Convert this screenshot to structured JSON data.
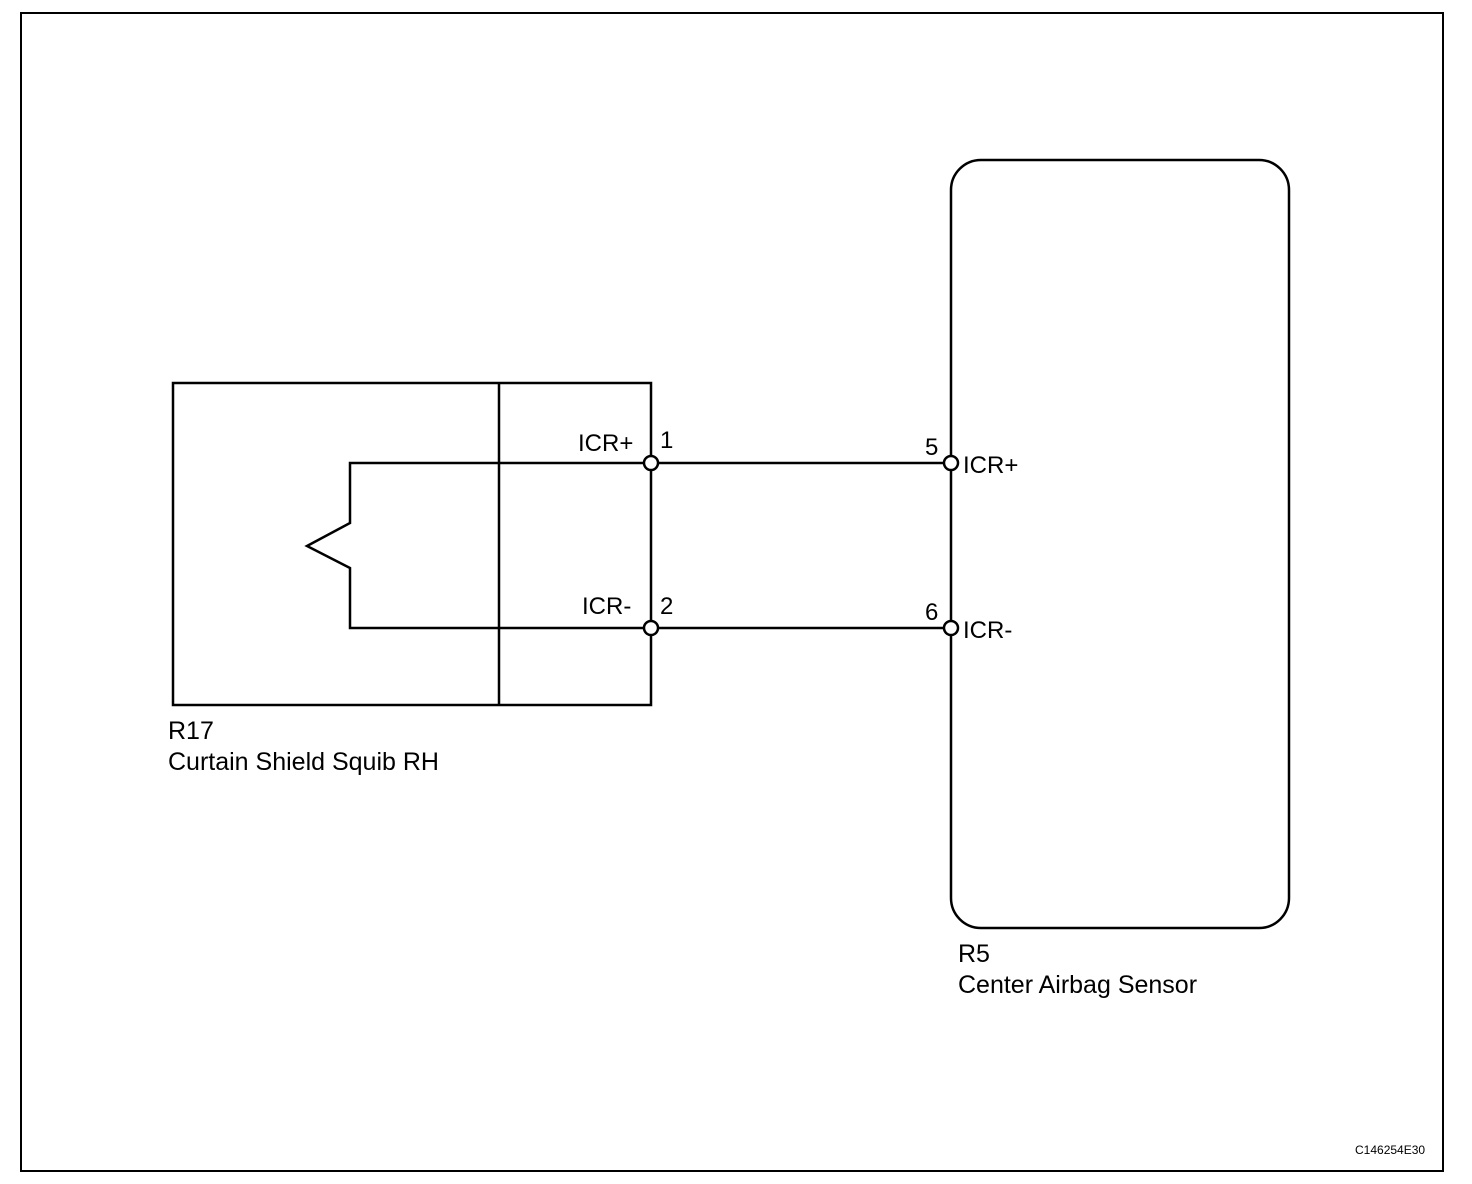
{
  "diagram_id": "C146254E30",
  "components": {
    "squib": {
      "code": "R17",
      "name": "Curtain Shield Squib RH",
      "pins": [
        {
          "number": "1",
          "signal": "ICR+"
        },
        {
          "number": "2",
          "signal": "ICR-"
        }
      ]
    },
    "sensor": {
      "code": "R5",
      "name": "Center Airbag Sensor",
      "pins": [
        {
          "number": "5",
          "signal": "ICR+"
        },
        {
          "number": "6",
          "signal": "ICR-"
        }
      ]
    }
  },
  "connections": [
    {
      "from": "R17-1",
      "to": "R5-5",
      "signal": "ICR+"
    },
    {
      "from": "R17-2",
      "to": "R5-6",
      "signal": "ICR-"
    }
  ]
}
